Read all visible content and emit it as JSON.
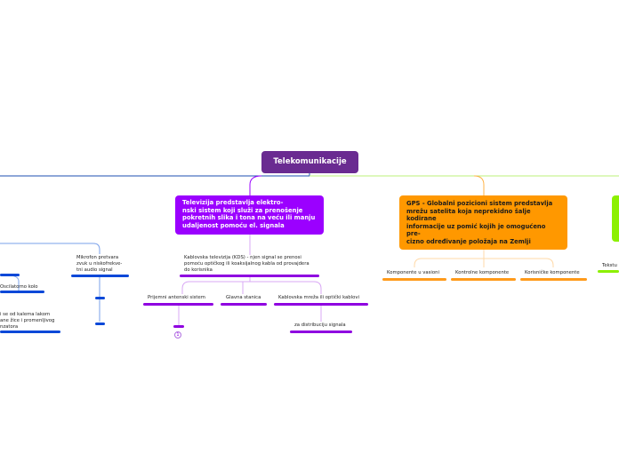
{
  "root": {
    "title": "Telekomunikacije"
  },
  "television": {
    "title": "Televizija predstavlja elektro-\nnski sistem koji služi za prenošenje\npokretnih slika i tona na veću ili manju\nudaljenost pomoću el. signala",
    "cable_tv": "Kablovska televizija (KDS) - njen signal se prenosi\npomoću optičkog ili koaksijalnog kabla od provajdera\ndo korisnika",
    "children": [
      "Prijemni antenski sistem",
      "Glavna stanica",
      "Kablovska mreža ili optički kablovi"
    ],
    "distribution": "za distribuciju signala",
    "collapsed_count": "1"
  },
  "gps": {
    "title": "GPS - Globalni pozicioni sistem predstavlja\nmrežu satelita koja neprekidno šalje\nkodirane\ninformacije uz pomić kojih je omogućeno\npre-\ncizno određivanje položaja na Zemlji",
    "children": [
      "Komponente u vasioni",
      "Kontrolne komponente",
      "Korisničke komponente"
    ]
  },
  "left_branch": {
    "microphone": "Mikrofon pretvara\nzvuk u niskofrekve-\ntni audio signal",
    "oscillator": "Oscilatorno kolo",
    "oscillator_desc": "i se od kalema lakom\nane žice i promenljivog\nnzatora"
  },
  "right_branch": {
    "label": "Tekstu"
  },
  "colors": {
    "root": "#6a2b91",
    "television": "#9b00ff",
    "gps": "#ff9800",
    "left_branch": "#0a48d8",
    "right_branch": "#8cf000"
  }
}
